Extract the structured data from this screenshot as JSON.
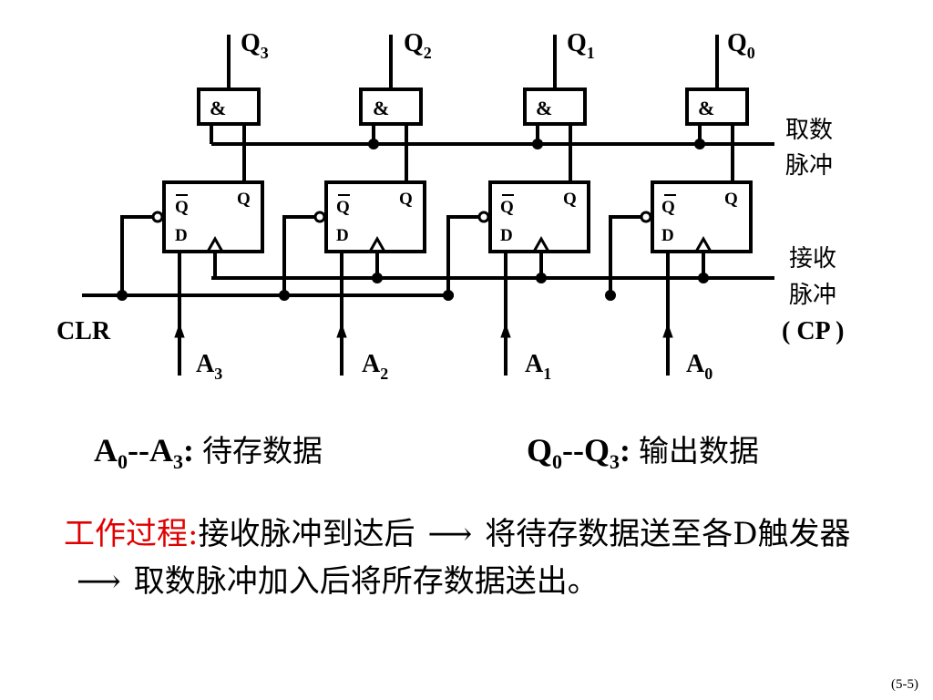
{
  "circuit": {
    "outputs": [
      {
        "letter": "Q",
        "sub": "3"
      },
      {
        "letter": "Q",
        "sub": "2"
      },
      {
        "letter": "Q",
        "sub": "1"
      },
      {
        "letter": "Q",
        "sub": "0"
      }
    ],
    "inputs": [
      {
        "letter": "A",
        "sub": "3"
      },
      {
        "letter": "A",
        "sub": "2"
      },
      {
        "letter": "A",
        "sub": "1"
      },
      {
        "letter": "A",
        "sub": "0"
      }
    ],
    "and_gate_symbol": "&",
    "ff_qbar": "Q",
    "ff_d": "D",
    "ff_q": "Q",
    "clr_label": "CLR",
    "fetch_pulse": [
      "取数",
      "脉冲"
    ],
    "receive_pulse": [
      "接收",
      "脉冲"
    ],
    "cp_label": "( CP )"
  },
  "legend": {
    "inputs": {
      "a": "A",
      "a_sub": "0",
      "sep": "--",
      "b": "A",
      "b_sub": "3",
      "colon": ":",
      "text": "待存数据"
    },
    "outputs": {
      "a": "Q",
      "a_sub": "0",
      "sep": "--",
      "b": "Q",
      "b_sub": "3",
      "colon": ":",
      "text": "输出数据"
    }
  },
  "process": {
    "title": "工作过程:",
    "part1": "接收脉冲到达后",
    "part2": "将待存数据送至各D触发器",
    "part3": "取数脉冲加入后将所存数据送出。",
    "arrow": "⟶"
  },
  "page_number": "(5-5)"
}
